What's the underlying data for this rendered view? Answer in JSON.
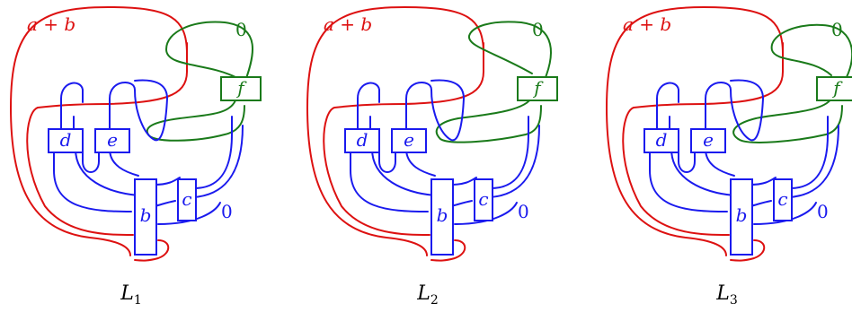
{
  "colors": {
    "red": "#dd1111",
    "blue": "#1a1aee",
    "green": "#1a7a1a"
  },
  "diagrams": [
    {
      "caption": "L",
      "caption_sub": "1",
      "red_label": "a + b",
      "green_label": "0",
      "blue_label": "0",
      "boxes": {
        "d": "d",
        "e": "e",
        "b": "b",
        "c": "c",
        "f": "f"
      }
    },
    {
      "caption": "L",
      "caption_sub": "2",
      "red_label": "a + b",
      "green_label": "0",
      "blue_label": "0",
      "boxes": {
        "d": "d",
        "e": "e",
        "b": "b",
        "c": "c",
        "f": "f"
      }
    },
    {
      "caption": "L",
      "caption_sub": "3",
      "red_label": "a + b",
      "green_label": "0",
      "blue_label": "0",
      "boxes": {
        "d": "d",
        "e": "e",
        "b": "b",
        "c": "c",
        "f": "f"
      }
    }
  ]
}
